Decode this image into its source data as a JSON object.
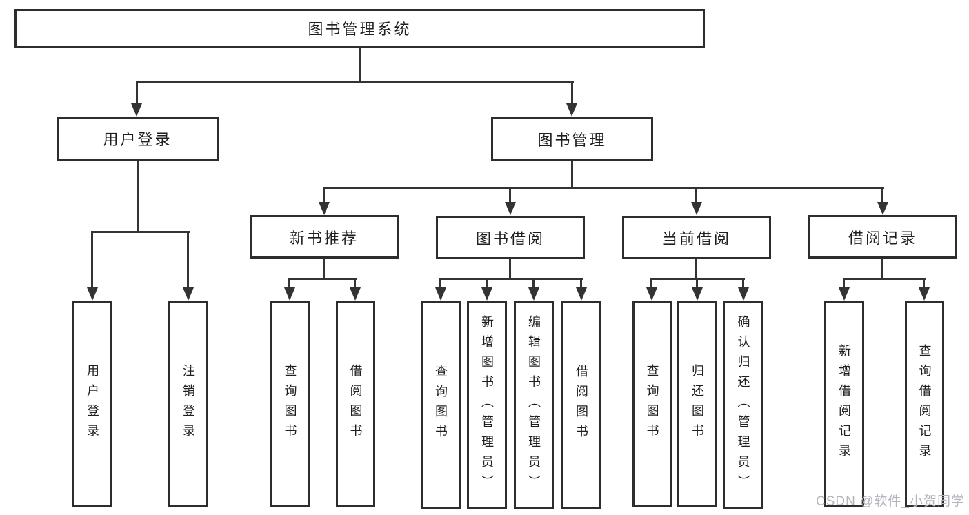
{
  "tree": {
    "label": "图书管理系统",
    "children": [
      {
        "label": "用户登录",
        "children": [
          {
            "label": "用户登录"
          },
          {
            "label": "注销登录"
          }
        ]
      },
      {
        "label": "图书管理",
        "children": [
          {
            "label": "新书推荐",
            "children": [
              {
                "label": "查询图书"
              },
              {
                "label": "借阅图书"
              }
            ]
          },
          {
            "label": "图书借阅",
            "children": [
              {
                "label": "查询图书"
              },
              {
                "label": "新增图书（管理员）"
              },
              {
                "label": "编辑图书（管理员）"
              },
              {
                "label": "借阅图书"
              }
            ]
          },
          {
            "label": "当前借阅",
            "children": [
              {
                "label": "查询图书"
              },
              {
                "label": "归还图书"
              },
              {
                "label": "确认归还（管理员）"
              }
            ]
          },
          {
            "label": "借阅记录",
            "children": [
              {
                "label": "新增借阅记录"
              },
              {
                "label": "查询借阅记录"
              }
            ]
          }
        ]
      }
    ]
  },
  "watermark": "CSDN @软件_小贺同学",
  "colors": {
    "line": "#333333",
    "border": "#2d2d2d",
    "text": "#1f1f1f",
    "watermark_text": "#b4b4bc",
    "background": "#ffffff"
  }
}
